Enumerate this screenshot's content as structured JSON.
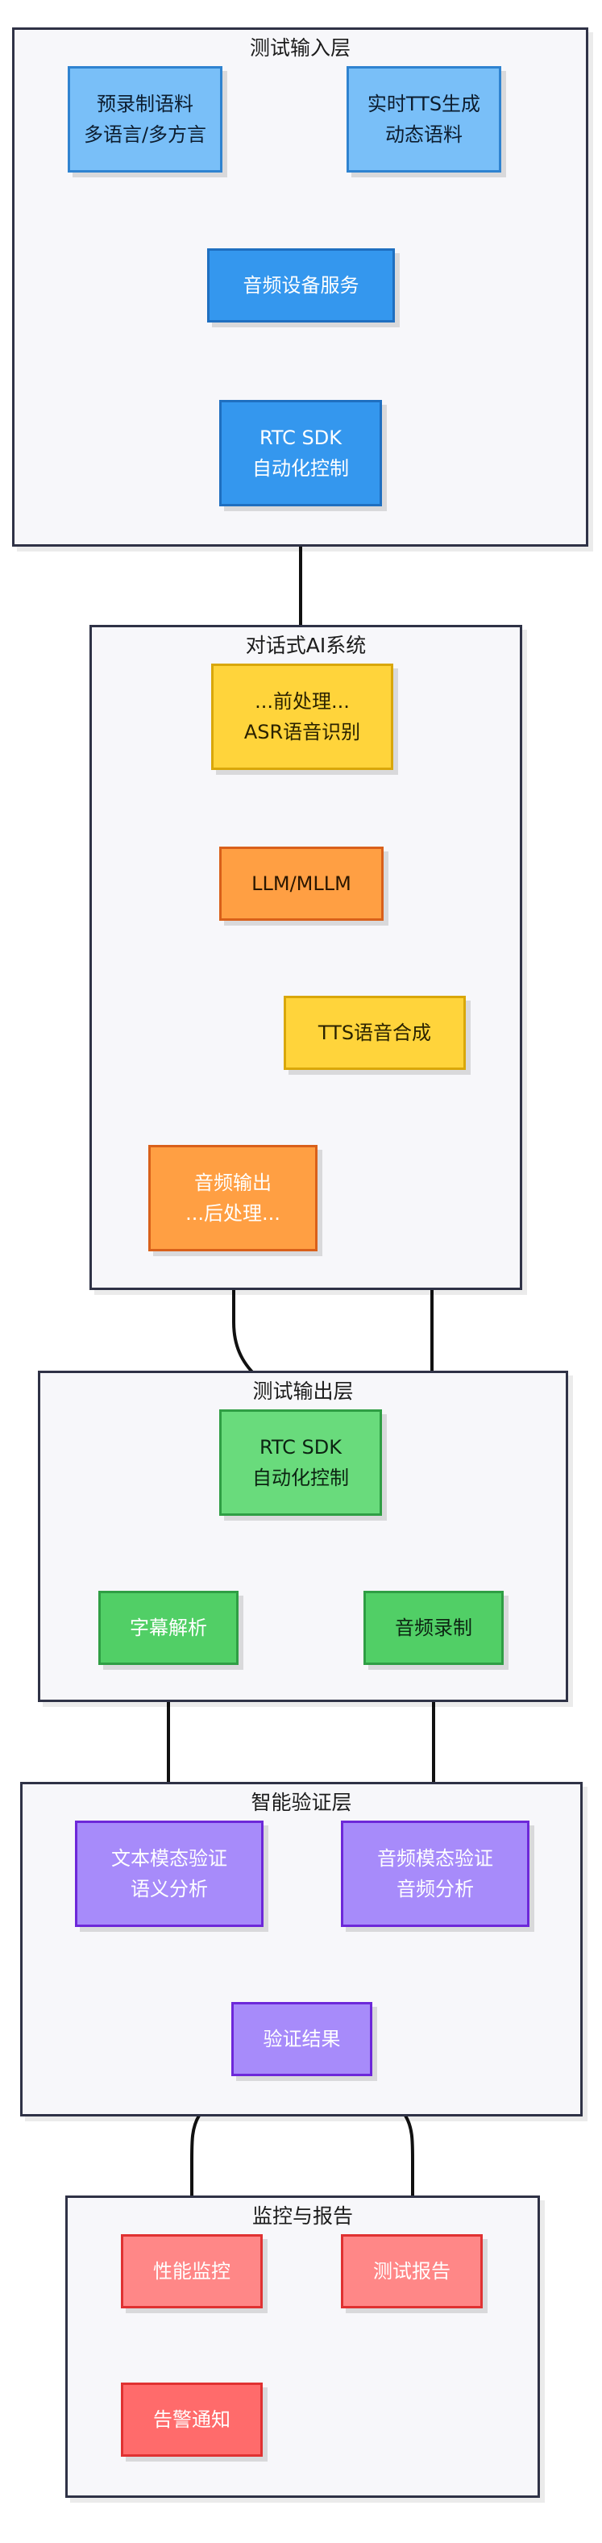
{
  "clusters": {
    "input": {
      "title": "测试输入层"
    },
    "ai": {
      "title": "对话式AI系统"
    },
    "output": {
      "title": "测试输出层"
    },
    "verify": {
      "title": "智能验证层"
    },
    "monitor": {
      "title": "监控与报告"
    }
  },
  "nodes": {
    "prerecorded": {
      "line1": "预录制语料",
      "line2": "多语言/多方言"
    },
    "tts_gen": {
      "line1": "实时TTS生成",
      "line2": "动态语料"
    },
    "audio_device": {
      "line1": "音频设备服务"
    },
    "rtc_in": {
      "line1": "RTC SDK",
      "line2": "自动化控制"
    },
    "asr": {
      "line1": "...前处理...",
      "line2": "ASR语音识别"
    },
    "llm": {
      "line1": "LLM/MLLM"
    },
    "tts_synth": {
      "line1": "TTS语音合成"
    },
    "audio_out": {
      "line1": "音频输出",
      "line2": "...后处理..."
    },
    "rtc_out": {
      "line1": "RTC SDK",
      "line2": "自动化控制"
    },
    "subtitle": {
      "line1": "字幕解析"
    },
    "recording": {
      "line1": "音频录制"
    },
    "text_verify": {
      "line1": "文本模态验证",
      "line2": "语义分析"
    },
    "audio_verify": {
      "line1": "音频模态验证",
      "line2": "音频分析"
    },
    "result": {
      "line1": "验证结果"
    },
    "perf": {
      "line1": "性能监控"
    },
    "report": {
      "line1": "测试报告"
    },
    "alert": {
      "line1": "告警通知"
    }
  }
}
